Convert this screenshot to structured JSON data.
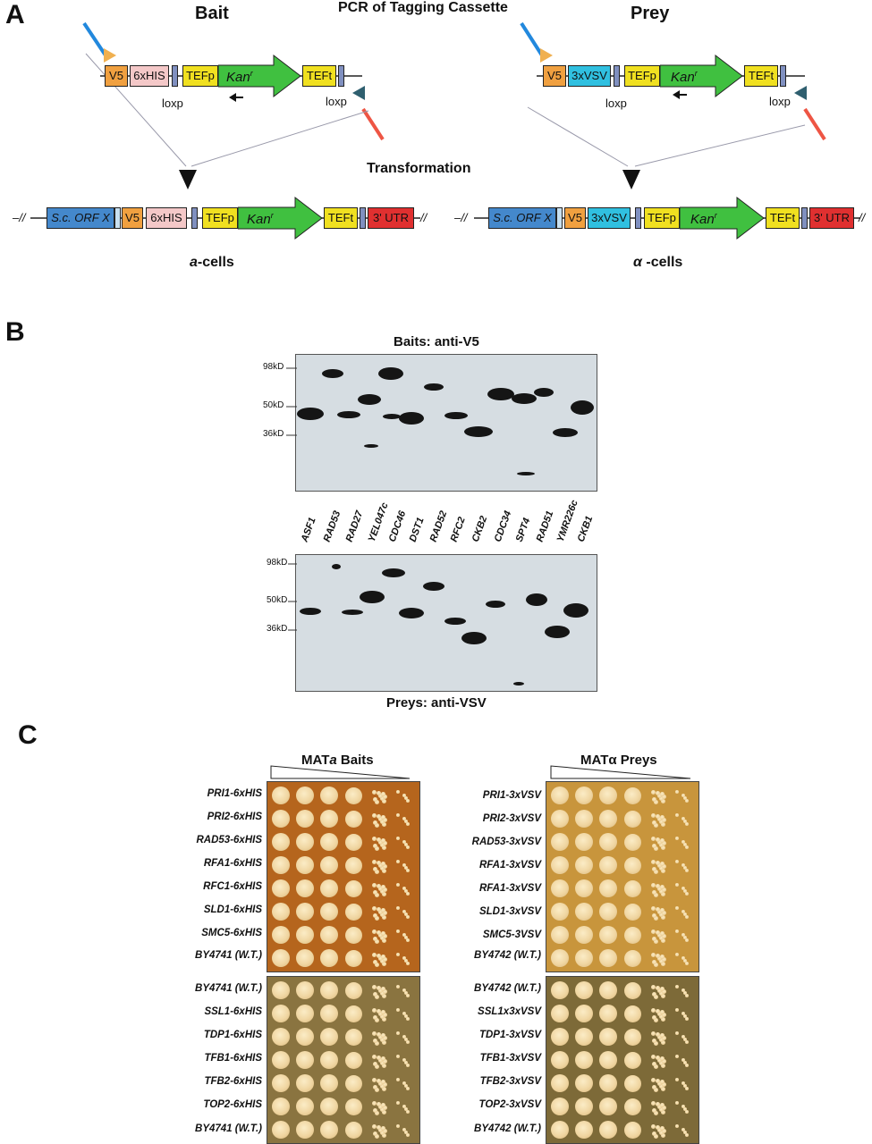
{
  "panels": {
    "a": "A",
    "b": "B",
    "c": "C"
  },
  "panelA": {
    "title_top": "PCR of Tagging Cassette",
    "transformation": "Transformation",
    "bait": {
      "heading": "Bait",
      "tag1": "V5",
      "tag2": "6xHIS",
      "promoter": "TEFp",
      "gene": "Kan",
      "gene_sup": "r",
      "terminator": "TEFt",
      "loxp_left": "loxp",
      "loxp_right": "loxp"
    },
    "prey": {
      "heading": "Prey",
      "tag1": "V5",
      "tag2": "3xVSV",
      "promoter": "TEFp",
      "gene": "Kan",
      "gene_sup": "r",
      "terminator": "TEFt",
      "loxp_left": "loxp",
      "loxp_right": "loxp"
    },
    "bait_product": {
      "break_left": "–//",
      "orf": "S.c. ORF X",
      "tag1": "V5",
      "tag2": "6xHIS",
      "promoter": "TEFp",
      "gene": "Kan",
      "gene_sup": "r",
      "terminator": "TEFt",
      "utr": "3' UTR",
      "break_right": "//",
      "cells_prefix": "a",
      "cells_suffix": "-cells"
    },
    "prey_product": {
      "break_left": "–//",
      "orf": "S.c. ORF X",
      "tag1": "V5",
      "tag2": "3xVSV",
      "promoter": "TEFp",
      "gene": "Kan",
      "gene_sup": "r",
      "terminator": "TEFt",
      "utr": "3' UTR",
      "break_right": "//",
      "cells_prefix": "α",
      "cells_suffix": " -cells"
    },
    "colors": {
      "v5": "#f0a040",
      "his": "#f4c8c8",
      "vsv": "#30c0e0",
      "tef": "#f0e020",
      "kan": "#40c040",
      "orf": "#4488cc",
      "utr": "#e03030",
      "primer_blue": "#2288dd",
      "primer_red": "#ee5544",
      "primer_head": "#f0b050"
    }
  },
  "panelB": {
    "top_title": "Baits: anti-V5",
    "bottom_title": "Preys: anti-VSV",
    "markers": [
      "98kD",
      "50kD",
      "36kD"
    ],
    "lanes": [
      "ASF1",
      "RAD53",
      "RAD27",
      "YEL047c",
      "CDC46",
      "DST1",
      "RAD52",
      "RFC2",
      "CKB2",
      "CDC34",
      "SPT4",
      "RAD51",
      "YMR226c",
      "CKB1"
    ]
  },
  "panelC": {
    "bait_header_prefix": "MAT",
    "bait_header_italic": "a",
    "bait_header_suffix": " Baits",
    "prey_header": "MATα Preys",
    "bait_top_rows": [
      "PRI1-6xHIS",
      "PRI2-6xHIS",
      "RAD53-6xHIS",
      "RFA1-6xHIS",
      "RFC1-6xHIS",
      "SLD1-6xHIS",
      "SMC5-6xHIS",
      "BY4741 (W.T.)"
    ],
    "bait_bottom_rows": [
      "BY4741 (W.T.)",
      "SSL1-6xHIS",
      "TDP1-6xHIS",
      "TFB1-6xHIS",
      "TFB2-6xHIS",
      "TOP2-6xHIS",
      "BY4741 (W.T.)"
    ],
    "prey_top_rows": [
      "PRI1-3xVSV",
      "PRI2-3xVSV",
      "RAD53-3xVSV",
      "RFA1-3xVSV",
      "RFA1-3xVSV",
      "SLD1-3xVSV",
      "SMC5-3VSV",
      "BY4742 (W.T.)"
    ],
    "prey_bottom_rows": [
      "BY4742 (W.T.)",
      "SSL1x3xVSV",
      "TDP1-3xVSV",
      "TFB1-3xVSV",
      "TFB2-3xVSV",
      "TOP2-3xVSV",
      "BY4742 (W.T.)"
    ],
    "colors": {
      "bait_plate": "#b5651d",
      "prey_plate": "#c8953c",
      "bottom_plate_left": "#8a7440",
      "bottom_plate_right": "#7d6a38"
    }
  }
}
